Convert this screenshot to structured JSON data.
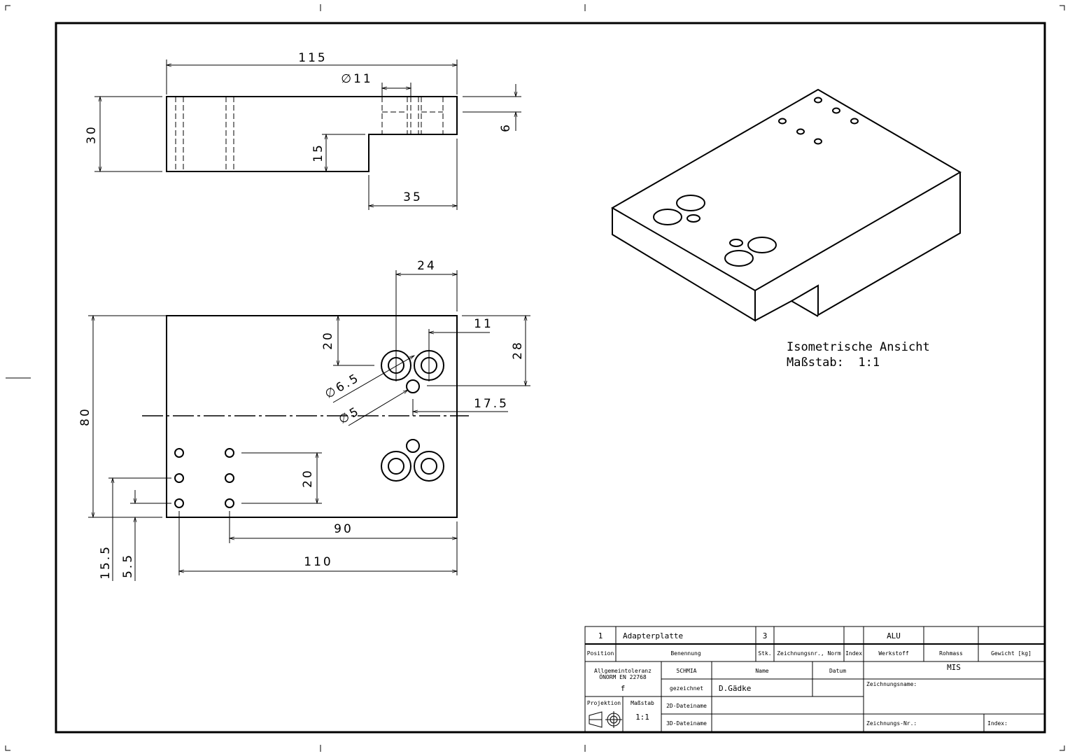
{
  "side_view": {
    "dims": {
      "length": "115",
      "hole_dia": "∅11",
      "height": "30",
      "step_height": "15",
      "top_depth": "6",
      "step_length": "35"
    }
  },
  "front_view": {
    "dims": {
      "x_24": "24",
      "y_20": "20",
      "x_11": "11",
      "y_28": "28",
      "dia_65": "∅6.5",
      "dia_5": "∅5",
      "x_175": "17.5",
      "height": "80",
      "pitch_20": "20",
      "x_90": "90",
      "x_110": "110",
      "y_155": "15.5",
      "y_55": "5.5"
    }
  },
  "iso_view": {
    "title": "Isometrische Ansicht",
    "scale": "Maßstab:  1:1"
  },
  "title_block": {
    "position": "1",
    "benennung": "Adapterplatte",
    "stk": "3",
    "zeichnungsnr": "",
    "index": "",
    "werkstoff": "ALU",
    "rohmass": "",
    "gewicht": "",
    "h_position": "Position",
    "h_benennung": "Benennung",
    "h_stk": "Stk.",
    "h_zeichnungsnr": "Zeichnungsnr., Norm",
    "h_index": "Index",
    "h_werkstoff": "Werkstoff",
    "h_rohmass": "Rohmass",
    "h_gewicht": "Gewicht [kg]",
    "tolerance_1": "Allgemeintoleranz",
    "tolerance_2": "ÖNORM EN 22768",
    "tolerance_class": "f",
    "school": "5CHMIA",
    "h_name": "Name",
    "h_datum": "Datum",
    "gezeichnet": "gezeichnet",
    "drawn_by": "D.Gädke",
    "company": "MIS",
    "zeichnungsname": "Zeichnungsname:",
    "projektion": "Projektion",
    "massstab": "Maßstab",
    "scale": "1:1",
    "file_2d": "2D-Dateiname",
    "file_3d": "3D-Dateiname",
    "zeichnungs_nr": "Zeichnungs-Nr.:",
    "index_label": "Index:"
  }
}
